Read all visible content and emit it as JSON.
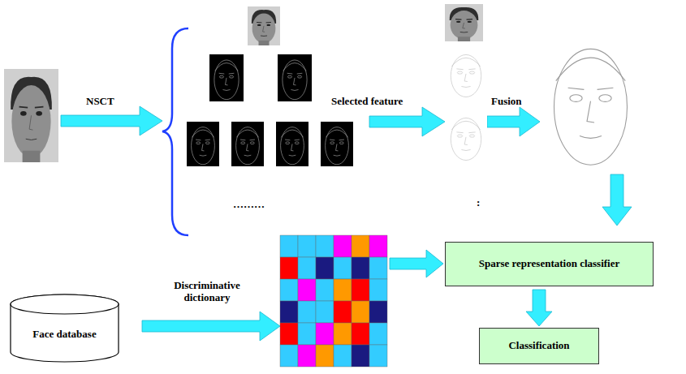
{
  "diagram": {
    "nodes": [
      {
        "text": [
          "Face database"
        ]
      },
      {
        "text": [
          "Sparse representation classifier"
        ]
      },
      {
        "text": [
          "Classification"
        ]
      }
    ],
    "edges": [
      {
        "from": 1,
        "to": 2,
        "arrow": "to"
      }
    ],
    "labels": [
      "NSCT",
      "Selected feature",
      "Fusion",
      "………",
      ":",
      "Discriminative dictionary"
    ]
  }
}
